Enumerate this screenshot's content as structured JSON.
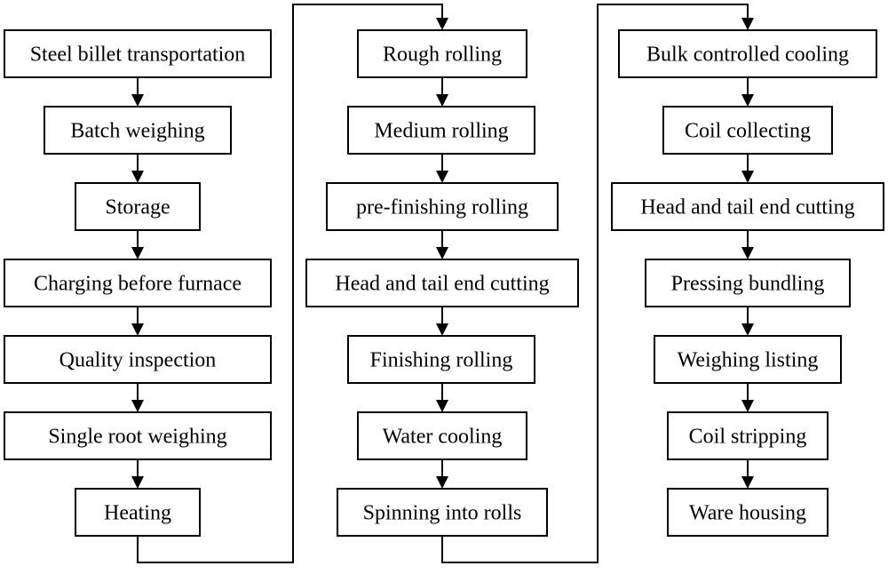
{
  "diagram": {
    "columns": [
      {
        "steps": [
          "Steel billet transportation",
          "Batch weighing",
          "Storage",
          "Charging before furnace",
          "Quality inspection",
          "Single root weighing",
          "Heating"
        ]
      },
      {
        "steps": [
          "Rough rolling",
          "Medium rolling",
          "pre-finishing rolling",
          "Head and tail end cutting",
          "Finishing rolling",
          "Water cooling",
          "Spinning into rolls"
        ]
      },
      {
        "steps": [
          "Bulk controlled cooling",
          "Coil collecting",
          "Head and tail end cutting",
          "Pressing bundling",
          "Weighing listing",
          "Coil stripping",
          "Ware housing"
        ]
      }
    ]
  }
}
